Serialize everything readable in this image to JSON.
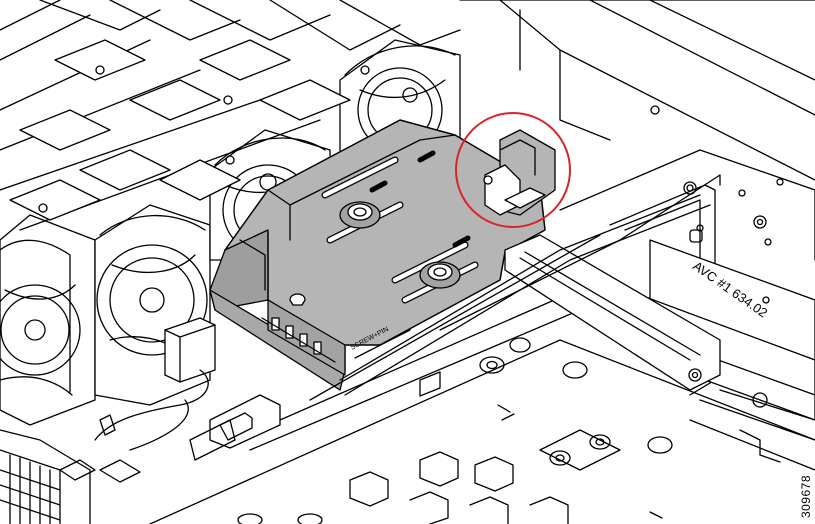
{
  "figure": {
    "id": "309678",
    "part_label": "AVC #1 634.02",
    "small_label": "SCREW+PIN",
    "highlight_color": "#d9232a",
    "bracket_fill": "#b5b5b5",
    "line_color": "#000000"
  }
}
